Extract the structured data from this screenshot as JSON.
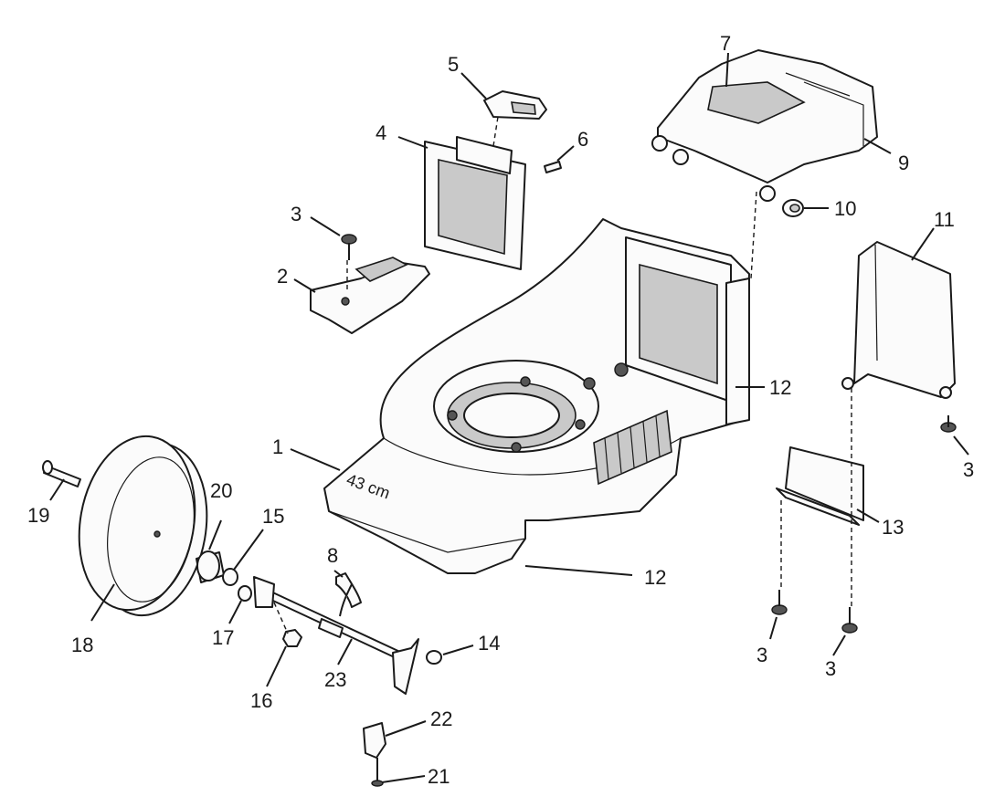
{
  "diagram": {
    "callouts": [
      {
        "id": "c1",
        "label": "1"
      },
      {
        "id": "c2",
        "label": "2"
      },
      {
        "id": "c3a",
        "label": "3"
      },
      {
        "id": "c3b",
        "label": "3"
      },
      {
        "id": "c3c",
        "label": "3"
      },
      {
        "id": "c3d",
        "label": "3"
      },
      {
        "id": "c4",
        "label": "4"
      },
      {
        "id": "c5",
        "label": "5"
      },
      {
        "id": "c6",
        "label": "6"
      },
      {
        "id": "c7",
        "label": "7"
      },
      {
        "id": "c8",
        "label": "8"
      },
      {
        "id": "c9",
        "label": "9"
      },
      {
        "id": "c10",
        "label": "10"
      },
      {
        "id": "c11",
        "label": "11"
      },
      {
        "id": "c12a",
        "label": "12"
      },
      {
        "id": "c12b",
        "label": "12"
      },
      {
        "id": "c13",
        "label": "13"
      },
      {
        "id": "c14",
        "label": "14"
      },
      {
        "id": "c15",
        "label": "15"
      },
      {
        "id": "c16",
        "label": "16"
      },
      {
        "id": "c17",
        "label": "17"
      },
      {
        "id": "c18",
        "label": "18"
      },
      {
        "id": "c19",
        "label": "19"
      },
      {
        "id": "c20",
        "label": "20"
      },
      {
        "id": "c21",
        "label": "21"
      },
      {
        "id": "c22",
        "label": "22"
      },
      {
        "id": "c23",
        "label": "23"
      }
    ],
    "deck_marking": "43 cm"
  }
}
